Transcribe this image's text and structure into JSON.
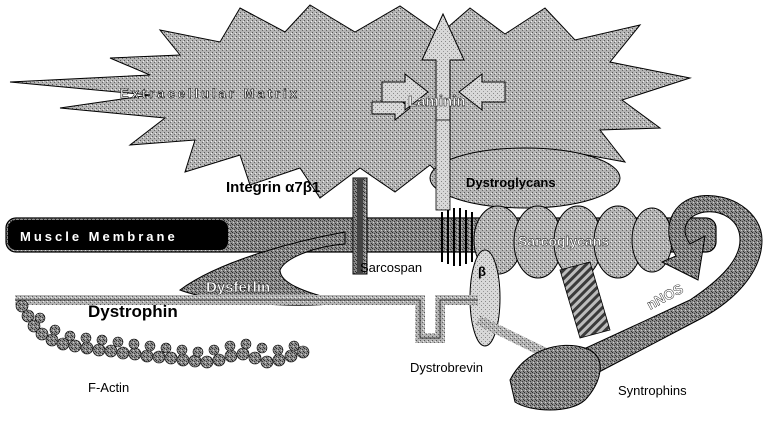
{
  "diagram": {
    "labels": {
      "extracellular_matrix": "Extracellular Matrix",
      "laminin": "Laminin",
      "dystroglycans": "Dystroglycans",
      "integrin_prefix": "Integrin ",
      "integrin_suffix": "α7β1",
      "muscle_membrane": "Muscle Membrane",
      "sarcoglycans": "Sarcoglycans",
      "dysferlin": "Dysferlin",
      "sarcospan": "Sarcospan",
      "beta": "β",
      "dystrophin": "Dystrophin",
      "f_actin": "F-Actin",
      "dystrobrevin": "Dystrobrevin",
      "syntrophins": "Syntrophins",
      "nnos": "nNOS"
    },
    "colors": {
      "line": "#000000",
      "texture_dark": "#6e6e6e",
      "texture_mid": "#9a9a9a",
      "texture_light": "#c8c8c8",
      "label_text": "#ffffff"
    }
  }
}
